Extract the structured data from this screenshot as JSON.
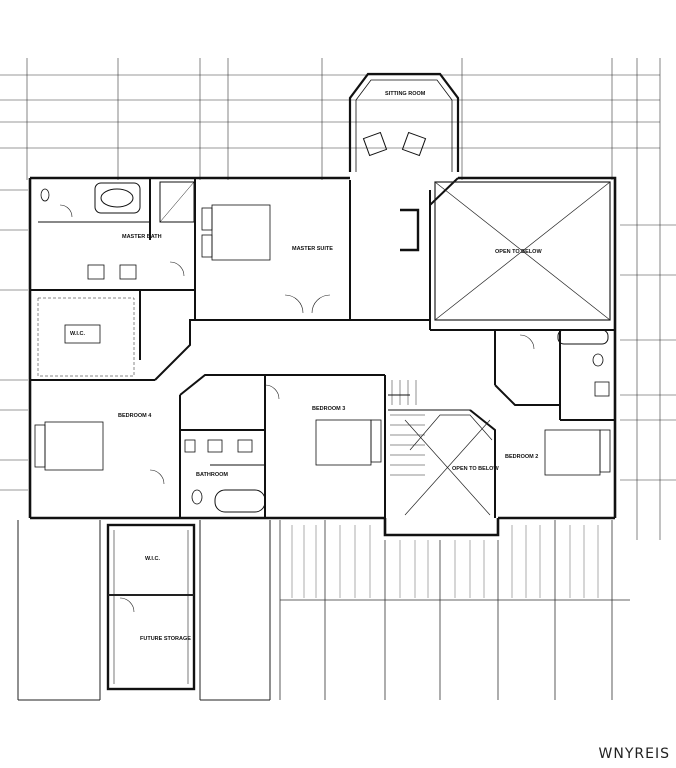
{
  "watermark": "WNYREIS",
  "rooms": {
    "sitting_room": "SITTING ROOM",
    "master_bath": "MASTER BATH",
    "master_suite": "MASTER SUITE",
    "wic": "W.I.C.",
    "bedroom4": "BEDROOM 4",
    "bedroom3": "BEDROOM 3",
    "bedroom2": "BEDROOM 2",
    "bathroom": "BATHROOM",
    "open_below": "OPEN TO BELOW",
    "open_below2": "OPEN TO BELOW",
    "future_storage": "FUTURE STORAGE",
    "wic_lower": "W.I.C."
  },
  "icons": {
    "tub": "bathtub-icon",
    "toilet": "toilet-icon",
    "chair": "armchair-icon",
    "bed": "bed-icon",
    "stair": "stair-icon"
  }
}
